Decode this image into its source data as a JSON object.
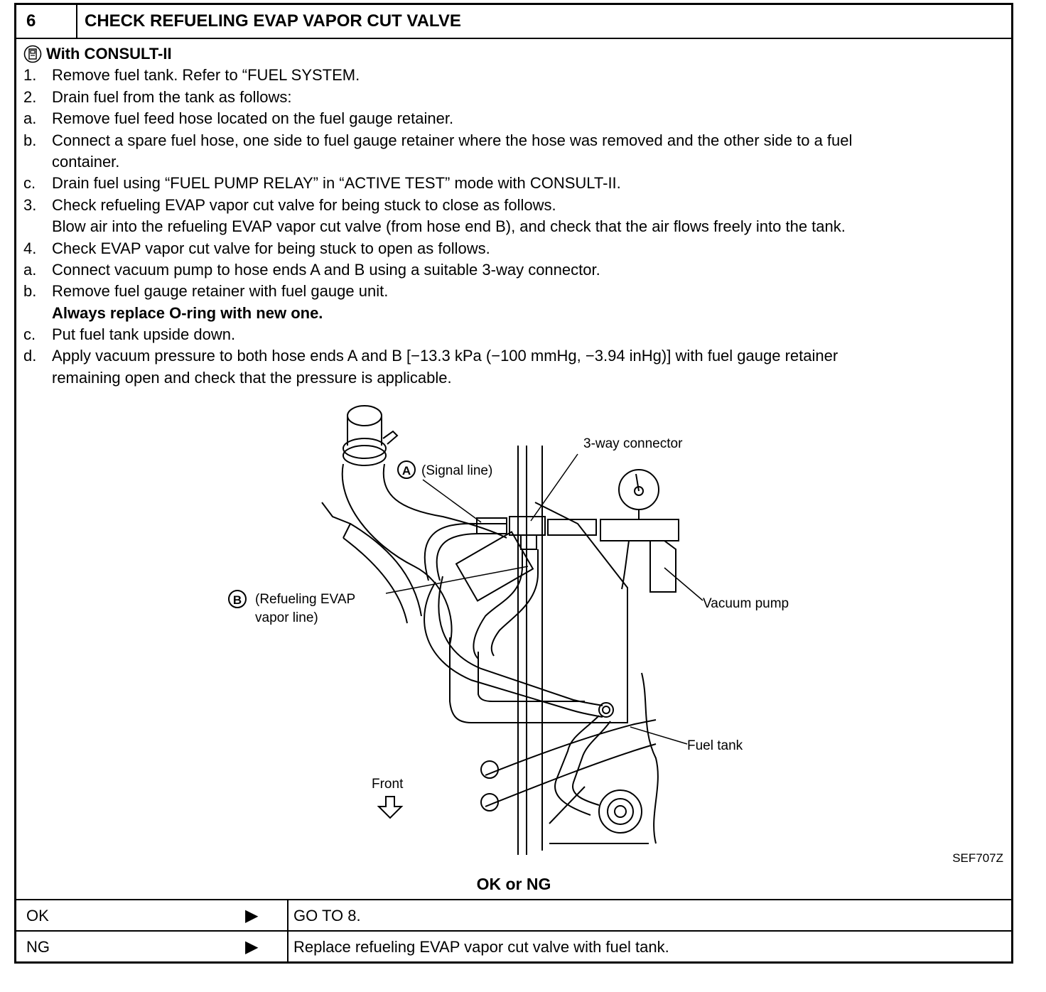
{
  "header": {
    "step": "6",
    "title": "CHECK REFUELING EVAP VAPOR CUT VALVE"
  },
  "consult_label": "With CONSULT-II",
  "steps": [
    {
      "m": "1.",
      "t": "Remove fuel tank. Refer to “FUEL SYSTEM."
    },
    {
      "m": "2.",
      "t": "Drain fuel from the tank as follows:"
    },
    {
      "m": "a.",
      "t": "Remove fuel feed hose located on the fuel gauge retainer."
    },
    {
      "m": "b.",
      "t": "Connect a spare fuel hose, one side to fuel gauge retainer where the hose was removed and the other side to a fuel"
    },
    {
      "m": "",
      "t": "container."
    },
    {
      "m": "c.",
      "t": "Drain fuel using “FUEL PUMP RELAY” in “ACTIVE TEST” mode with CONSULT-II."
    },
    {
      "m": "3.",
      "t": "Check refueling EVAP vapor cut valve for being stuck to close as follows."
    },
    {
      "m": "",
      "t": "Blow air into the refueling EVAP vapor cut valve (from hose end B), and check that the air flows freely into the tank."
    },
    {
      "m": "4.",
      "t": "Check EVAP vapor cut valve for being stuck to open as follows."
    },
    {
      "m": "a.",
      "t": "Connect vacuum pump to hose ends A and B using a suitable 3-way connector."
    },
    {
      "m": "b.",
      "t": "Remove fuel gauge retainer with fuel gauge unit."
    },
    {
      "m": "",
      "t": "Always replace O-ring with new one.",
      "bold": true
    },
    {
      "m": "c.",
      "t": "Put fuel tank upside down."
    },
    {
      "m": "d.",
      "t": "Apply vacuum pressure to both hose ends A and B [−13.3 kPa (−100 mmHg, −3.94 inHg)] with fuel gauge retainer"
    },
    {
      "m": "",
      "t": "remaining open and check that the pressure is applicable."
    }
  ],
  "figure": {
    "three_way": "3-way connector",
    "a_letter": "A",
    "a_label": "(Signal line)",
    "b_letter": "B",
    "b_label1": "(Refueling EVAP",
    "b_label2": "vapor line)",
    "vacuum_pump": "Vacuum pump",
    "fuel_tank": "Fuel tank",
    "front": "Front",
    "code": "SEF707Z"
  },
  "ok_or_ng": "OK or NG",
  "results": [
    {
      "label": "OK",
      "arrow": "▶",
      "value": "GO TO 8."
    },
    {
      "label": "NG",
      "arrow": "▶",
      "value": "Replace refueling EVAP vapor cut valve with fuel tank."
    }
  ]
}
